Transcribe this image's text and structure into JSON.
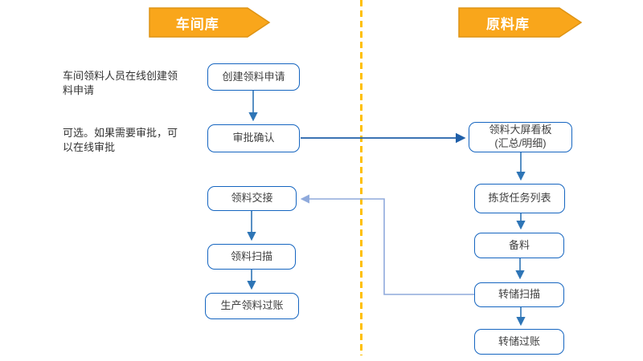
{
  "lanes": {
    "workshop": {
      "title": "车间库",
      "nodes": [
        {
          "label": "创建领料申请"
        },
        {
          "label": "审批确认"
        },
        {
          "label": "领料交接"
        },
        {
          "label": "领料扫描"
        },
        {
          "label": "生产领料过账"
        }
      ]
    },
    "raw_material": {
      "title": "原料库",
      "nodes": [
        {
          "label_line1": "领料大屏看板",
          "label_line2": "(汇总/明细)"
        },
        {
          "label": "拣货任务列表"
        },
        {
          "label": "备料"
        },
        {
          "label": "转储扫描"
        },
        {
          "label": "转储过账"
        }
      ]
    }
  },
  "annotations": [
    {
      "text": "车间领料人员在线创建领料申请"
    },
    {
      "text": "可选。如果需要审批，可以在线审批"
    }
  ],
  "colors": {
    "banner_fill": "#F9A61B",
    "banner_border": "#DE9414",
    "divider_dash": "#FFC000",
    "node_border": "#1565C0",
    "connector_dark": "#1F5FA8",
    "connector_mid": "#2E75B6",
    "connector_light": "#8FAADC",
    "node_text": "#3F3F3F"
  }
}
